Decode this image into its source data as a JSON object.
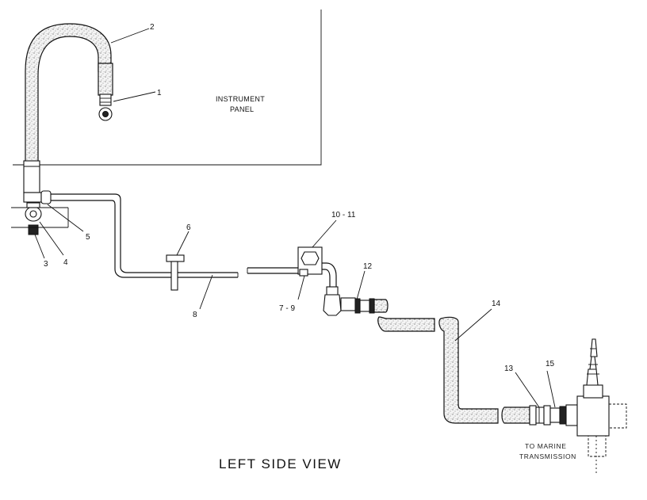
{
  "title": "LEFT SIDE VIEW",
  "instrument_panel": {
    "line1": "INSTRUMENT",
    "line2": "PANEL"
  },
  "destination": {
    "line1": "TO MARINE",
    "line2": "TRANSMISSION"
  },
  "callouts": {
    "c1": "1",
    "c2": "2",
    "c3": "3",
    "c4": "4",
    "c5": "5",
    "c6": "6",
    "c7_9": "7 - 9",
    "c8": "8",
    "c10_11": "10 - 11",
    "c12": "12",
    "c13": "13",
    "c14": "14",
    "c15": "15"
  }
}
